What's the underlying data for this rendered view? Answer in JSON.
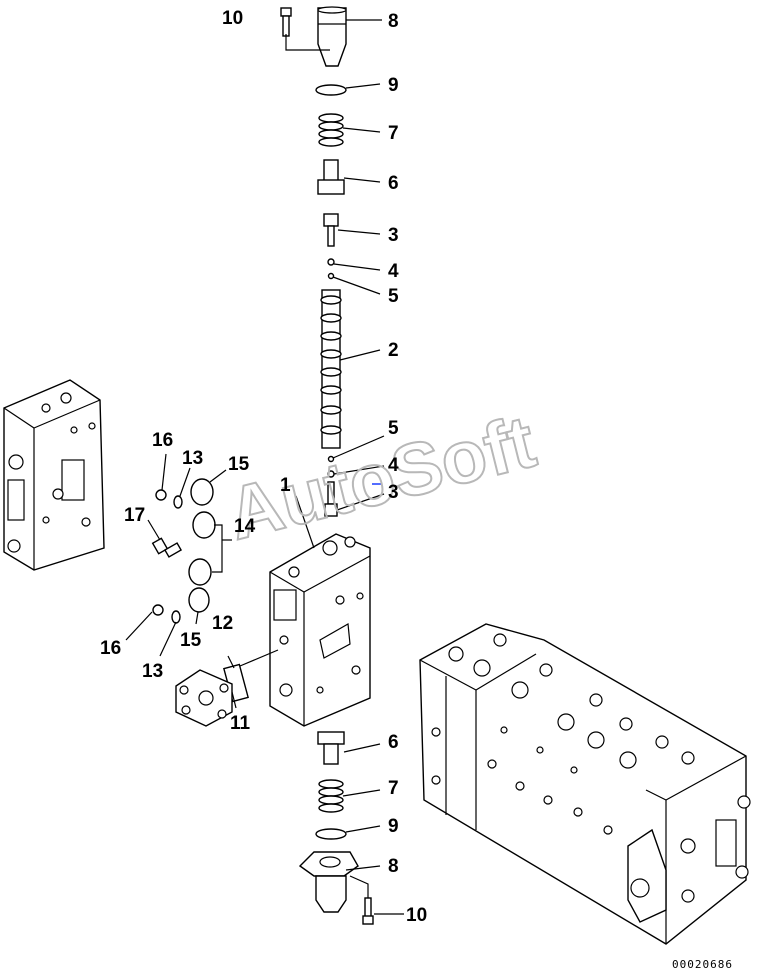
{
  "diagram": {
    "callouts": [
      {
        "id": "c10a",
        "label": "10"
      },
      {
        "id": "c8a",
        "label": "8"
      },
      {
        "id": "c9a",
        "label": "9"
      },
      {
        "id": "c7a",
        "label": "7"
      },
      {
        "id": "c6a",
        "label": "6"
      },
      {
        "id": "c3a",
        "label": "3"
      },
      {
        "id": "c4a",
        "label": "4"
      },
      {
        "id": "c5a",
        "label": "5"
      },
      {
        "id": "c2",
        "label": "2"
      },
      {
        "id": "c5b",
        "label": "5"
      },
      {
        "id": "c4b",
        "label": "4"
      },
      {
        "id": "c3b",
        "label": "3"
      },
      {
        "id": "c1",
        "label": "1"
      },
      {
        "id": "c16a",
        "label": "16"
      },
      {
        "id": "c13a",
        "label": "13"
      },
      {
        "id": "c15a",
        "label": "15"
      },
      {
        "id": "c17",
        "label": "17"
      },
      {
        "id": "c14",
        "label": "14"
      },
      {
        "id": "c16b",
        "label": "16"
      },
      {
        "id": "c13b",
        "label": "13"
      },
      {
        "id": "c15b",
        "label": "15"
      },
      {
        "id": "c12",
        "label": "12"
      },
      {
        "id": "c11",
        "label": "11"
      },
      {
        "id": "c6b",
        "label": "6"
      },
      {
        "id": "c7b",
        "label": "7"
      },
      {
        "id": "c9b",
        "label": "9"
      },
      {
        "id": "c8b",
        "label": "8"
      },
      {
        "id": "c10b",
        "label": "10"
      }
    ],
    "watermark": "AutoSoft",
    "drawing_code": "00020686"
  },
  "colors": {
    "line": "#000000",
    "background": "#ffffff",
    "watermark": "#b8b8b8",
    "accent": "#1a3cff"
  }
}
